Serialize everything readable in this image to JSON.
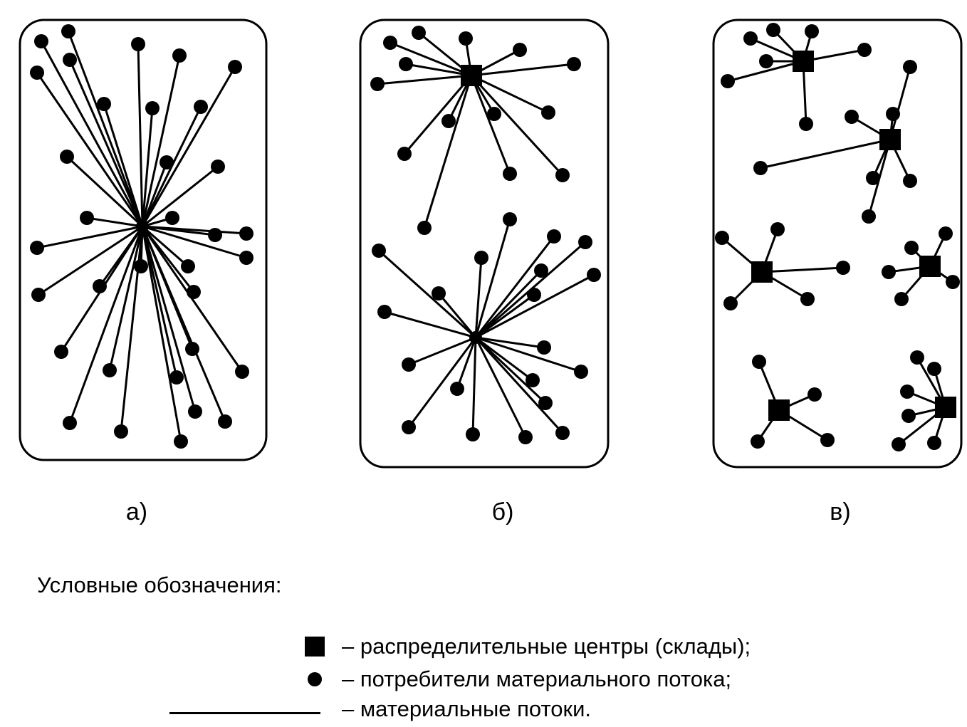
{
  "panels": [
    {
      "label": "а)"
    },
    {
      "label": "б)"
    },
    {
      "label": "в)"
    }
  ],
  "legend": {
    "title": "Условные обозначения:",
    "items": [
      {
        "symbol": "square",
        "text": "– распределительные центры (склады);"
      },
      {
        "symbol": "dot",
        "text": "– потребители материального потока;"
      },
      {
        "symbol": "line",
        "text": "– материальные потоки."
      }
    ]
  }
}
